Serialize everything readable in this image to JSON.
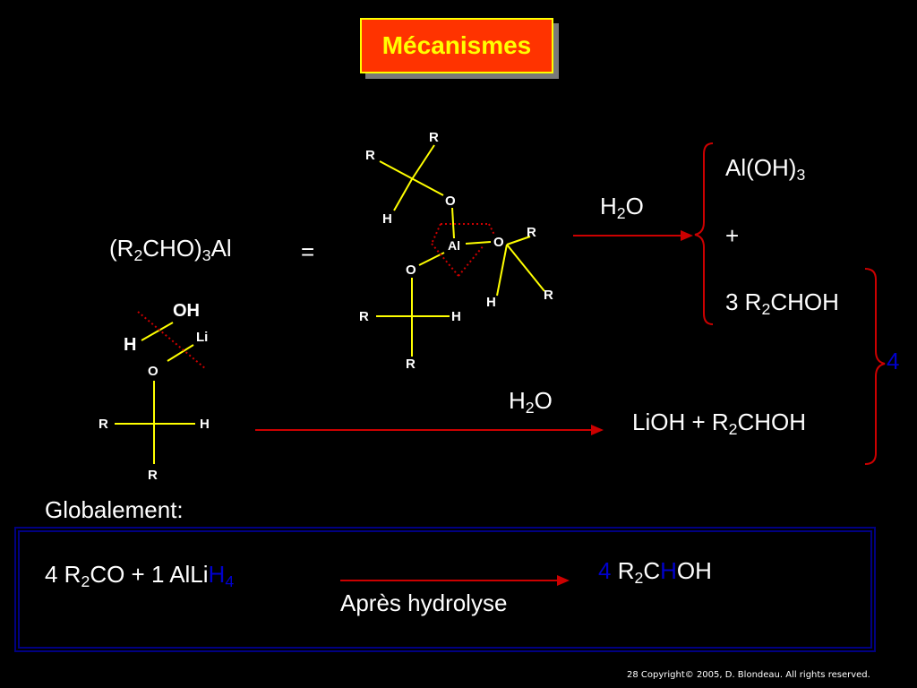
{
  "title": "Mécanismes",
  "equation_lhs": {
    "p1": "(R",
    "s1": "2",
    "p2": "CHO)",
    "s2": "3",
    "p3": "Al"
  },
  "equals": "=",
  "structure_al": {
    "atoms": {
      "r_top": "R",
      "r_left": "R",
      "o1": "O",
      "h1": "H",
      "al": "Al",
      "o2": "O",
      "r_right_top": "R",
      "h2": "H",
      "r_right_bottom": "R",
      "o3": "O",
      "r_bottom_left": "R",
      "h3": "H",
      "r_bottom": "R"
    }
  },
  "arrow1_label": {
    "p1": "H",
    "s1": "2",
    "p2": "O"
  },
  "products1": {
    "al_oh": {
      "p1": "Al(OH)",
      "s1": "3"
    },
    "plus": "+",
    "alcohol": {
      "p1": "3 R",
      "s1": "2",
      "p2": "CHOH"
    }
  },
  "structure_li": {
    "atoms": {
      "oh": "OH",
      "h_left": "H",
      "li": "Li",
      "o": "O",
      "r_left": "R",
      "h_right": "H",
      "r_bottom": "R"
    }
  },
  "arrow2_label": {
    "p1": "H",
    "s1": "2",
    "p2": "O"
  },
  "products2": {
    "p1": "LiOH + R",
    "s1": "2",
    "p2": "CHOH"
  },
  "brace_count": "4",
  "globally_label": "Globalement:",
  "global_equation": {
    "p1": "4 R",
    "s1": "2",
    "p2": "CO + 1 AlLi",
    "h": "H",
    "s2": "4"
  },
  "global_arrow_label": "Après hydrolyse",
  "global_product": {
    "n": "4",
    "p1": " R",
    "s1": "2",
    "p2": "C",
    "h": "H",
    "p3": "OH"
  },
  "footer": "28 Copyright© 2005, D. Blondeau. All rights reserved.",
  "colors": {
    "background": "#000000",
    "title_bg": "#ff3300",
    "title_text": "#ffff00",
    "bond": "#ffff00",
    "dotted": "#cc0000",
    "arrow": "#cc0000",
    "hydride_blue": "#0000cc",
    "box_border": "#000080"
  }
}
